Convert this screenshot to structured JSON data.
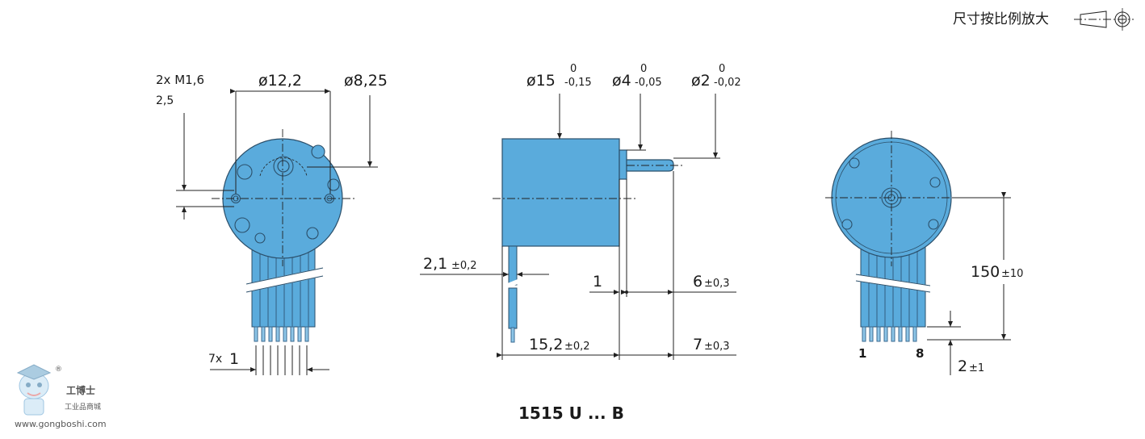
{
  "header": {
    "scale_note": "尺寸按比例放大"
  },
  "left_view": {
    "screw_label": "2x M1,6",
    "screw_depth": "2,5",
    "hole_circle_dia": "ø12,2",
    "hub_dia": "ø8,25",
    "pitch_label_prefix": "7x",
    "pitch_label_value": "1"
  },
  "middle_view": {
    "body_dia": "ø15",
    "body_tol_upper": "0",
    "body_tol_lower": "-0,15",
    "boss_dia": "ø4",
    "boss_tol_upper": "0",
    "boss_tol_lower": "-0,05",
    "shaft_dia": "ø2",
    "shaft_tol_upper": "0",
    "shaft_tol_lower": "-0,02",
    "plate_thick": "2,1",
    "plate_thick_tol": "±0,2",
    "boss_length": "1",
    "shaft_length": "6",
    "shaft_length_tol": "±0,3",
    "body_length": "15,2",
    "body_length_tol": "±0,2",
    "total_shaft": "7",
    "total_shaft_tol": "±0,3"
  },
  "right_view": {
    "lead_length": "150",
    "lead_length_tol": "±10",
    "pin_first": "1",
    "pin_last": "8",
    "pin_strip": "2",
    "pin_strip_tol": "±1"
  },
  "footer": {
    "model": "1515 U ... B"
  },
  "watermark": {
    "brand": "工博士",
    "tagline": "工业品商城",
    "url": "www.gongboshi.com"
  }
}
